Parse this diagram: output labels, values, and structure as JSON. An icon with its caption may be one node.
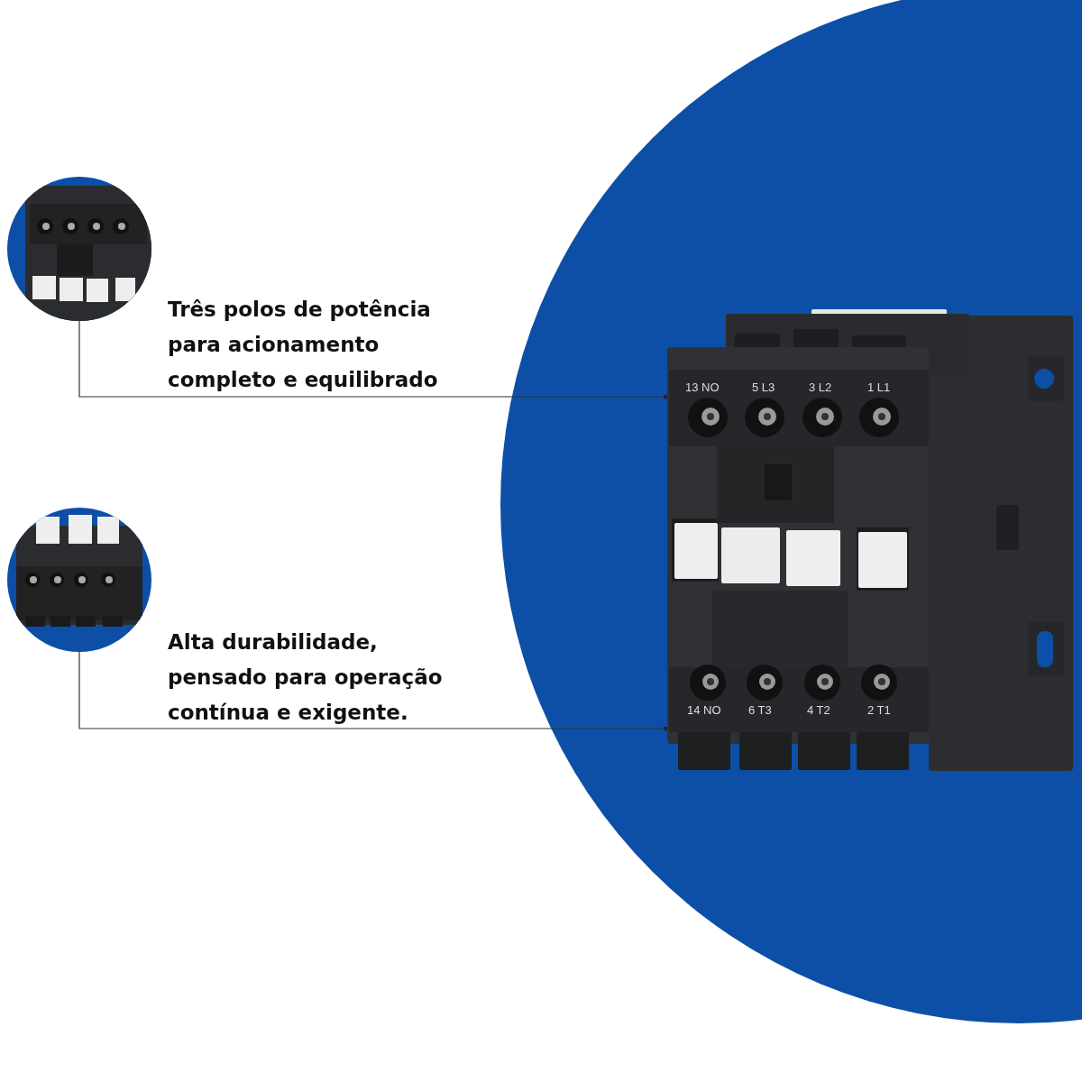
{
  "diagram": {
    "nodes": [
      {
        "text": [],
        "shape": "picture",
        "beside": [
          "Três polos de potência para acionamento completo e equilibrado"
        ]
      },
      {
        "text": [],
        "shape": "picture"
      },
      {
        "text": [],
        "shape": "picture",
        "beside": [
          "Alta durabilidade, pensado para operação contínua e exigente."
        ]
      }
    ],
    "edges": [
      {
        "from": 0,
        "to": 1,
        "arrow": "other"
      },
      {
        "from": 2,
        "to": 1,
        "arrow": "other"
      }
    ],
    "labels": [
      "13 NO",
      "5 L3",
      "3 L2",
      "1 L1",
      "14 NO",
      "6 T3",
      "4 T2",
      "2 T1"
    ]
  }
}
